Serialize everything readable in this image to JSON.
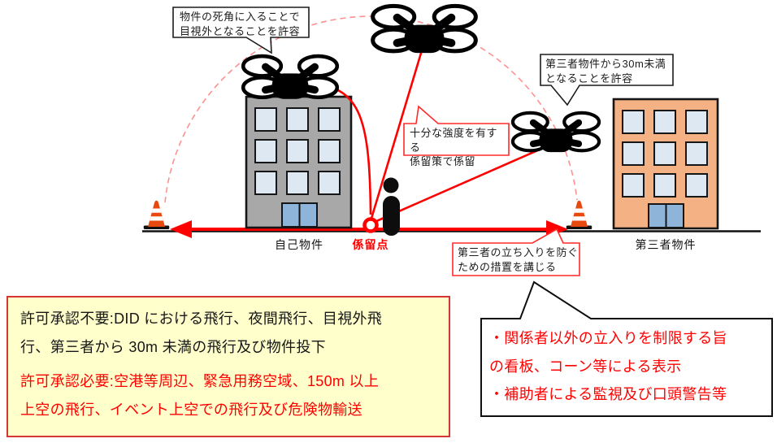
{
  "diagram": {
    "callouts": {
      "blind_spot": "物件の死角に入ることで\n目視外となることを許容",
      "third_party_30m": "第三者物件から30m未満\nとなることを許容",
      "tether_strength": "十分な強度を有する\n係留策で係留",
      "entry_prevention": "第三者の立ち入りを防ぐ\nための措置を講じる"
    },
    "labels": {
      "own_property": "自己物件",
      "tether_point": "係留点",
      "third_party_property": "第三者物件"
    }
  },
  "info_boxes": {
    "permission": {
      "not_required": "許可承認不要:DID における飛行、夜間飛行、目視外飛\n行、第三者から 30m 未満の飛行及び物件投下",
      "required": "許可承認必要:空港等周辺、緊急用務空域、150m 以上\n上空の飛行、イベント上空での飛行及び危険物輸送"
    },
    "measures": "・関係者以外の立入りを制限する旨\nの看板、コーン等による表示\n・補助者による監視及び口頭警告等"
  },
  "icons": {
    "drone-icon": "quadcopter: four outlined rotors with black center body",
    "traffic-cone-icon": "orange cone, two white stripes, black base",
    "person-icon": "black head and capsule body silhouette",
    "tether-point-marker": "red ring on the ground line"
  },
  "colors": {
    "accent_red": "#ff0000",
    "arc_dash": "#ff9090",
    "own_building": "#a8a8a8",
    "third_party_building": "#f4b183",
    "window": "#dde8f2",
    "door": "#8fb4d9",
    "note_bg": "#ffffcc",
    "note_border": "#d43535",
    "cone_orange": "#e8490e"
  }
}
